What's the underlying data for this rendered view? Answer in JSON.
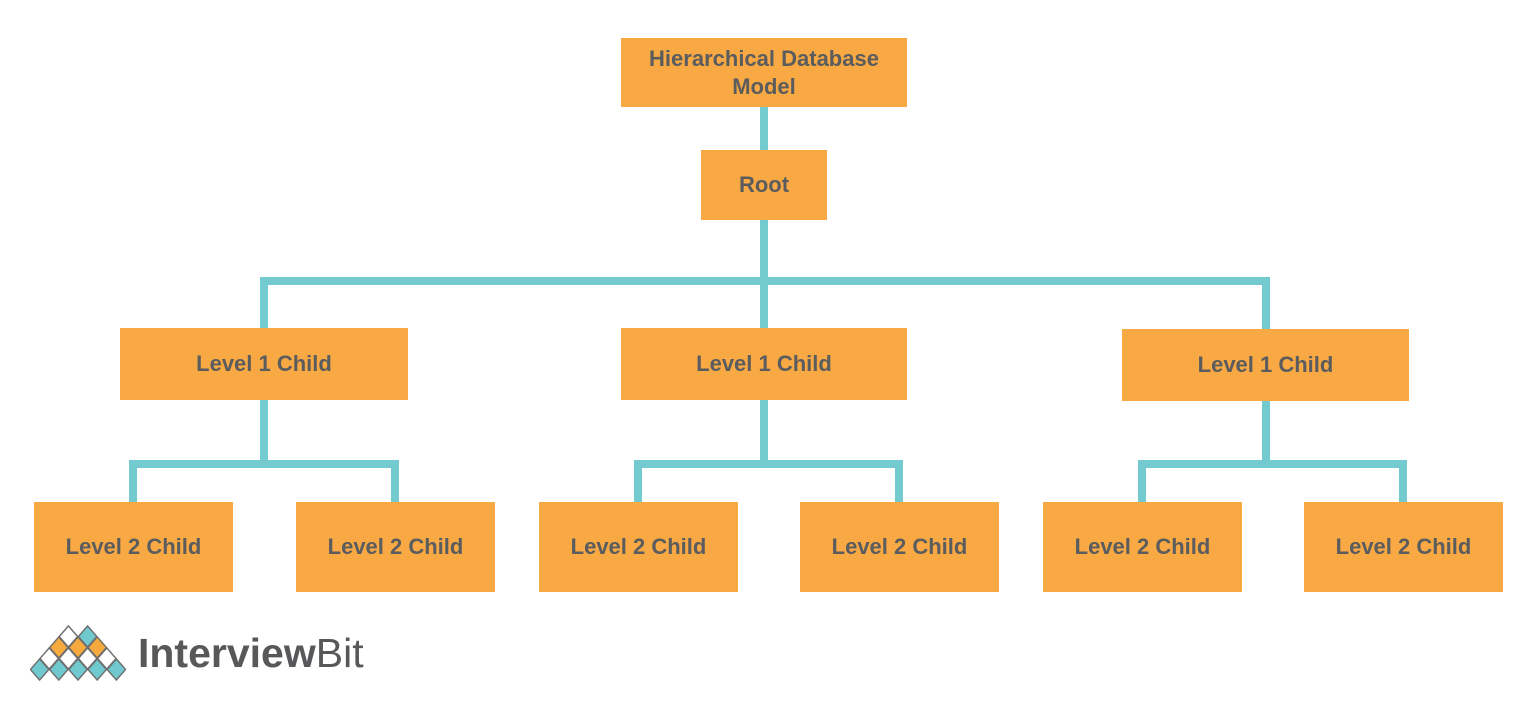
{
  "diagram": {
    "title": {
      "label": "Hierarchical Database Model"
    },
    "root": {
      "label": "Root"
    },
    "level1": [
      {
        "label": "Level 1 Child",
        "children": [
          {
            "label": "Level 2 Child"
          },
          {
            "label": "Level 2 Child"
          }
        ]
      },
      {
        "label": "Level 1 Child",
        "children": [
          {
            "label": "Level 2 Child"
          },
          {
            "label": "Level 2 Child"
          }
        ]
      },
      {
        "label": "Level 1 Child",
        "children": [
          {
            "label": "Level 2 Child"
          },
          {
            "label": "Level 2 Child"
          }
        ]
      }
    ]
  },
  "logo": {
    "brand_primary": "Interview",
    "brand_secondary": "Bit"
  },
  "colors": {
    "box_fill": "#F8A943",
    "connector": "#73CBD0",
    "box_text": "#5B5C5E",
    "logo_teal": "#6FC9CE",
    "logo_orange": "#F6A93D",
    "logo_stroke": "#6E6E6E",
    "logo_text": "#58585A"
  }
}
